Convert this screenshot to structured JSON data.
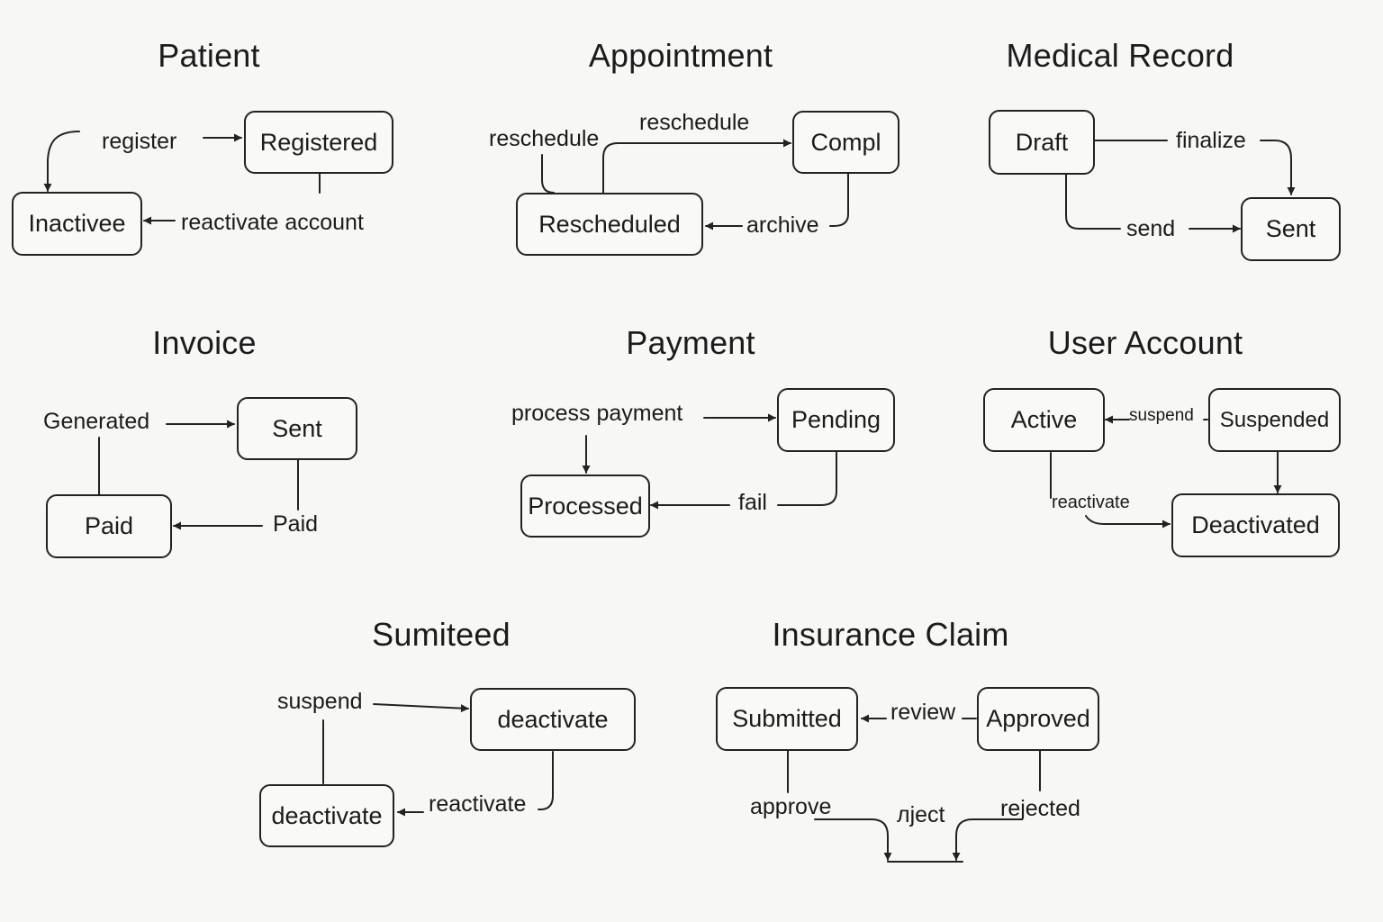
{
  "diagrams": {
    "patient": {
      "title": "Patient",
      "states": {
        "registered": "Registered",
        "inactive": "Inactivee"
      },
      "labels": {
        "register": "register",
        "reactivate": "reactivate account"
      }
    },
    "appointment": {
      "title": "Appointment",
      "states": {
        "completed": "Compl",
        "rescheduled": "Rescheduled"
      },
      "labels": {
        "reschedule_left": "reschedule",
        "reschedule_top": "reschedule",
        "archive": "archive"
      }
    },
    "medical_record": {
      "title": "Medical Record",
      "states": {
        "draft": "Draft",
        "sent": "Sent"
      },
      "labels": {
        "finalize": "finalize",
        "send": "send"
      }
    },
    "invoice": {
      "title": "Invoice",
      "states": {
        "sent": "Sent",
        "paid": "Paid"
      },
      "labels": {
        "generated": "Generated",
        "paid": "Paid"
      }
    },
    "payment": {
      "title": "Payment",
      "states": {
        "pending": "Pending",
        "processed": "Processed"
      },
      "labels": {
        "process_payment": "process payment",
        "fail": "fail"
      }
    },
    "user_account": {
      "title": "User Account",
      "states": {
        "active": "Active",
        "suspended": "Suspended",
        "deactivated": "Deactivated"
      },
      "labels": {
        "suspend": "suspend",
        "reactivate": "reactivate"
      }
    },
    "sumiteed": {
      "title": "Sumiteed",
      "states": {
        "deactivate_top": "deactivate",
        "deactivate_bottom": "deactivate"
      },
      "labels": {
        "suspend": "suspend",
        "reactivate": "reactivate"
      }
    },
    "insurance_claim": {
      "title": "Insurance Claim",
      "states": {
        "submitted": "Submitted",
        "approved": "Approved"
      },
      "labels": {
        "review": "review",
        "approve": "approve",
        "reject": "лject",
        "rejected": "rejected"
      }
    }
  }
}
